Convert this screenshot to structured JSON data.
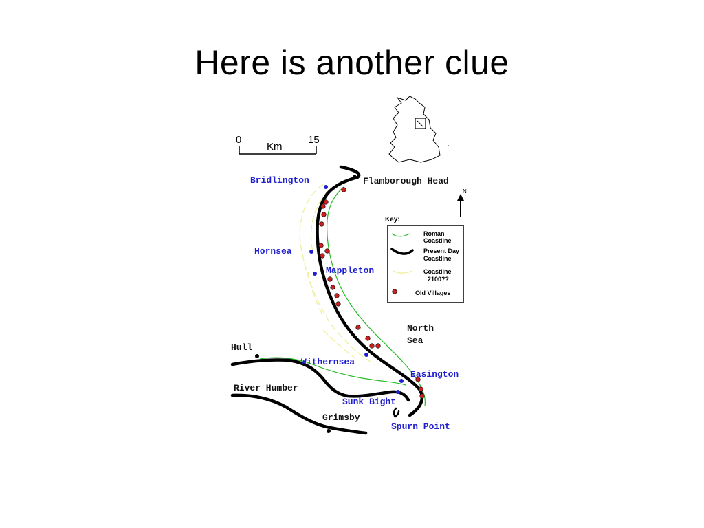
{
  "slide": {
    "title": "Here is another clue"
  },
  "scale_bar": {
    "start": "0",
    "unit": "Km",
    "end": "15"
  },
  "north_arrow": {
    "label": "N"
  },
  "key": {
    "title": "Key:",
    "roman_l1": "Roman",
    "roman_l2": "Coastline",
    "present_l1": "Present Day",
    "present_l2": "Coastline",
    "future_l1": "Coastline",
    "future_l2": "2100??",
    "villages": "Old Villages"
  },
  "places": {
    "bridlington": "Bridlington",
    "flamborough": "Flamborough Head",
    "hornsea": "Hornsea",
    "mappleton": "Mappleton",
    "north_sea_l1": "North",
    "north_sea_l2": "Sea",
    "hull": "Hull",
    "withernsea": "Withernsea",
    "easington": "Easington",
    "river_humber": "River Humber",
    "sunk_bight": "Sunk Bight",
    "grimsby": "Grimsby",
    "spurn_point": "Spurn Point"
  },
  "colors": {
    "present_coastline": "#000000",
    "roman_coastline": "#22bb22",
    "future_coastline": "#f0f0a0",
    "old_villages": "#cc2020",
    "towns": "#1f1fd0"
  },
  "icons": {
    "north": "north-arrow-icon",
    "inset": "inset-locator-map-icon"
  }
}
